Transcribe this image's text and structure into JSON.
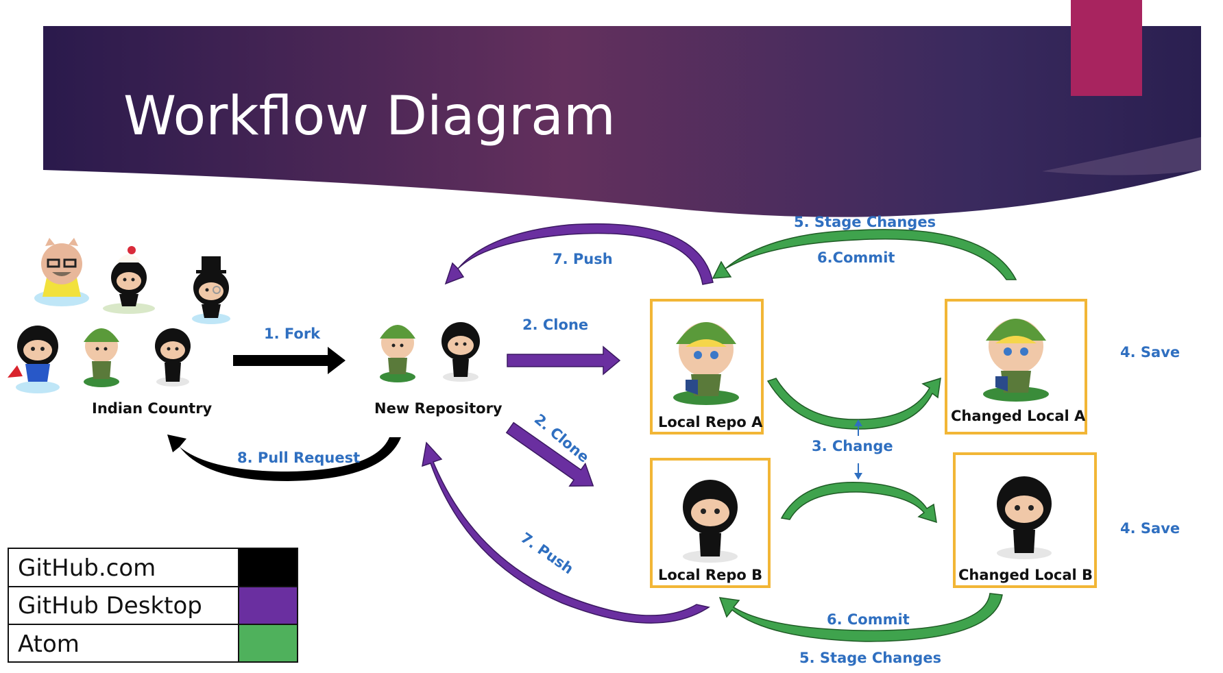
{
  "slide": {
    "title": "Workflow Diagram",
    "colors": {
      "header_dark": "#2a1a4c",
      "header_mid": "#63305d",
      "accent_tab": "#a8245f",
      "github_com": "#000000",
      "github_desktop": "#6a2fa0",
      "atom": "#3fa34d",
      "label_blue": "#2f6fc0",
      "repo_border": "#f2b636"
    }
  },
  "nodes": {
    "indian_country": "Indian Country",
    "new_repository": "New Repository",
    "local_repo_a": "Local Repo A",
    "changed_local_a": "Changed Local A",
    "local_repo_b": "Local Repo B",
    "changed_local_b": "Changed Local B"
  },
  "steps": {
    "fork": "1. Fork",
    "clone_a": "2. Clone",
    "clone_b": "2. Clone",
    "change": "3. Change",
    "save_a": "4. Save",
    "save_b": "4. Save",
    "stage_a": "5. Stage Changes",
    "stage_b": "5. Stage Changes",
    "commit_a": "6.Commit",
    "commit_b": "6. Commit",
    "push_a": "7. Push",
    "push_b": "7. Push",
    "pull_request": "8. Pull Request"
  },
  "legend": [
    {
      "label": "GitHub.com",
      "color": "#000000"
    },
    {
      "label": "GitHub Desktop",
      "color": "#6a2fa0"
    },
    {
      "label": "Atom",
      "color": "#3fa34d"
    }
  ]
}
